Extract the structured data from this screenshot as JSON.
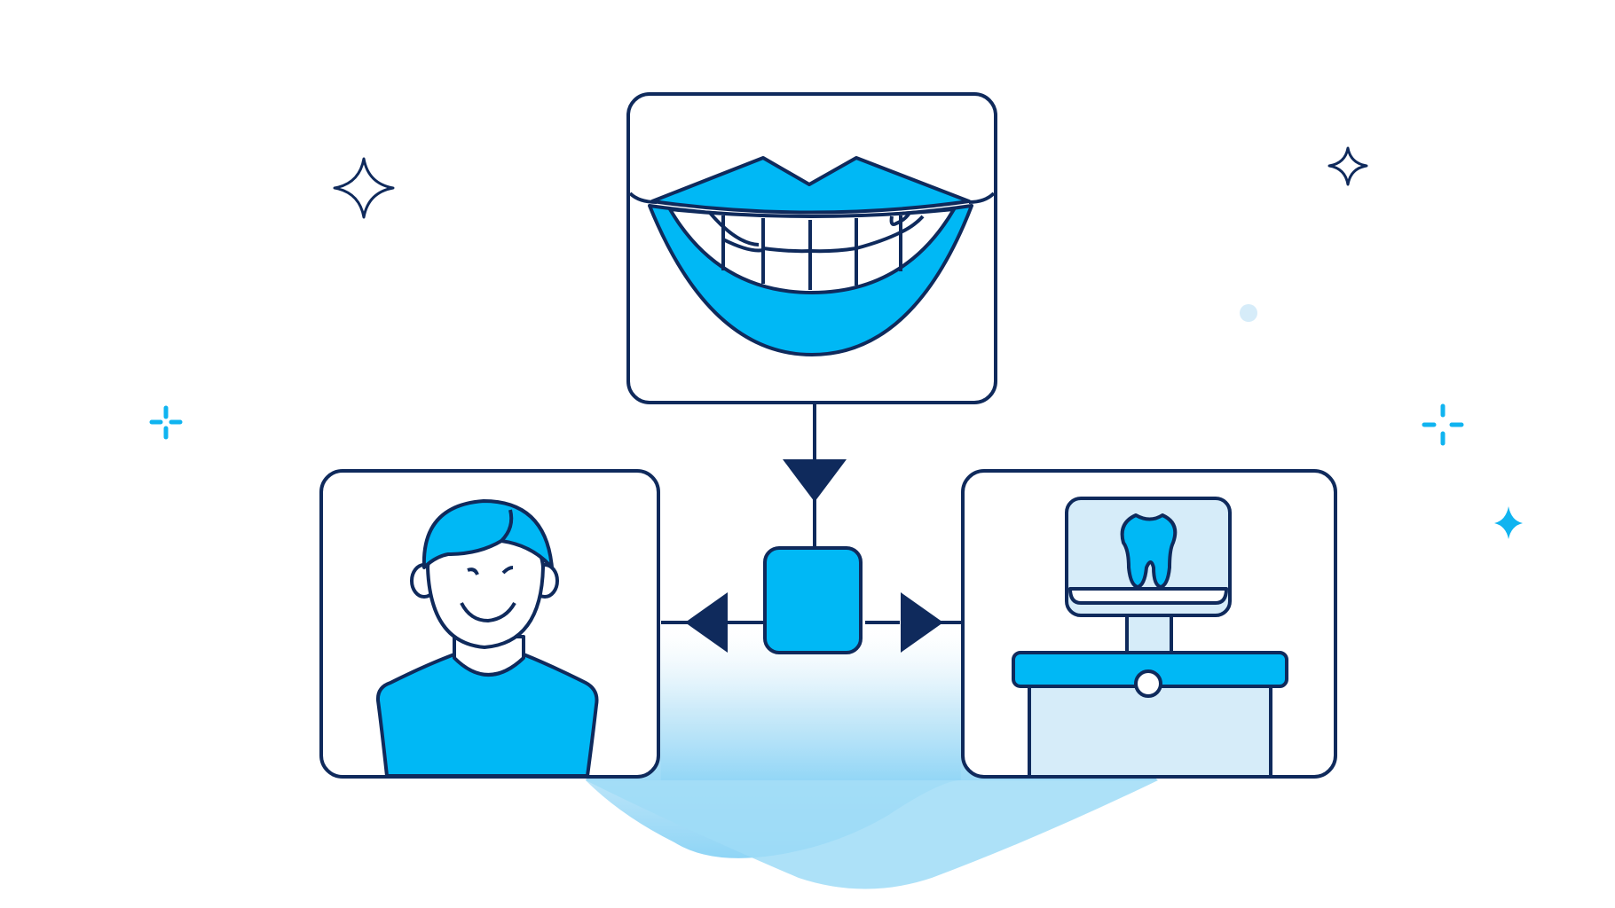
{
  "colors": {
    "outline": "#0f2a5c",
    "accent": "#00b8f5",
    "accent_light": "#d6ecf9",
    "background": "#ffffff",
    "sparkle": "#10b4f0",
    "floor_glow": "#9fdcf7"
  },
  "diagram": {
    "nodes": [
      {
        "id": "smile",
        "icon": "smile-teeth-icon"
      },
      {
        "id": "patient",
        "icon": "patient-person-icon"
      },
      {
        "id": "hub",
        "icon": "hub-square-icon"
      },
      {
        "id": "dental-unit",
        "icon": "dental-monitor-tooth-icon"
      }
    ],
    "edges": [
      {
        "from": "smile",
        "to": "hub",
        "arrow": "down"
      },
      {
        "from": "hub",
        "to": "patient",
        "arrow": "left"
      },
      {
        "from": "hub",
        "to": "dental-unit",
        "arrow": "right"
      }
    ]
  },
  "decorations": [
    "sparkle-icon",
    "sparkle-icon",
    "sparkle-icon",
    "sparkle-icon",
    "sparkle-icon",
    "dot-icon"
  ]
}
